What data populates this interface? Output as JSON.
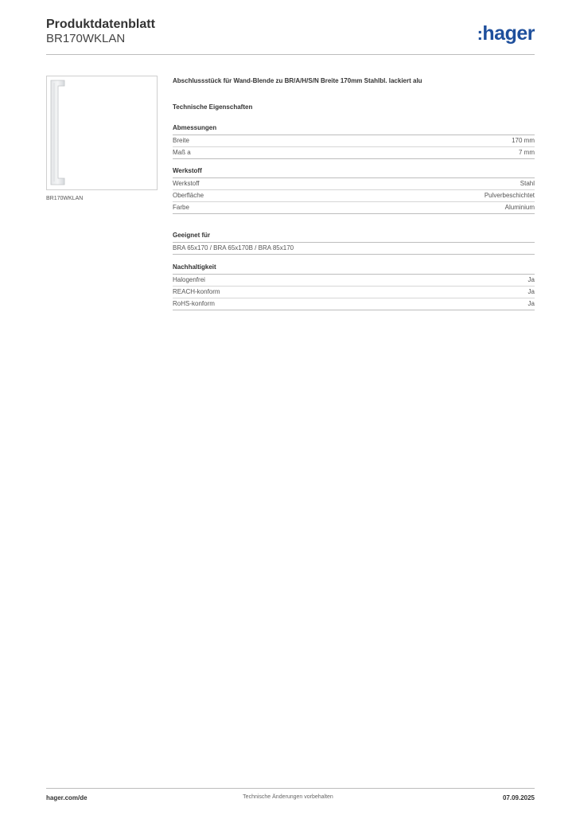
{
  "header": {
    "title": "Produktdatenblatt",
    "subtitle": "BR170WKLAN",
    "logo": "hager",
    "logo_prefix": ":",
    "brand_color": "#1e4f9c"
  },
  "product": {
    "image_icon": "end-cap-product-image",
    "caption": "BR170WKLAN",
    "description": "Abschlussstück für Wand-Blende zu BR/A/H/S/N Breite 170mm Stahlbl. lackiert alu"
  },
  "tech_heading": "Technische Eigenschaften",
  "groups": {
    "abmessungen": {
      "title": "Abmessungen",
      "rows": [
        {
          "label": "Breite",
          "value": "170 mm"
        },
        {
          "label": "Maß a",
          "value": "7 mm"
        }
      ]
    },
    "werkstoff": {
      "title": "Werkstoff",
      "rows": [
        {
          "label": "Werkstoff",
          "value": "Stahl"
        },
        {
          "label": "Oberfläche",
          "value": "Pulverbeschichtet"
        },
        {
          "label": "Farbe",
          "value": "Aluminium"
        }
      ]
    },
    "geeignet": {
      "title": "Geeignet für",
      "rows": [
        {
          "label": "BRA 65x170 / BRA 65x170B / BRA 85x170",
          "value": ""
        }
      ]
    },
    "nachhaltigkeit": {
      "title": "Nachhaltigkeit",
      "rows": [
        {
          "label": "Halogenfrei",
          "value": "Ja"
        },
        {
          "label": "REACH-konform",
          "value": "Ja"
        },
        {
          "label": "RoHS-konform",
          "value": "Ja"
        }
      ]
    }
  },
  "footer": {
    "website": "hager.com/de",
    "notice": "Technische Änderungen vorbehalten",
    "date": "07.09.2025"
  }
}
